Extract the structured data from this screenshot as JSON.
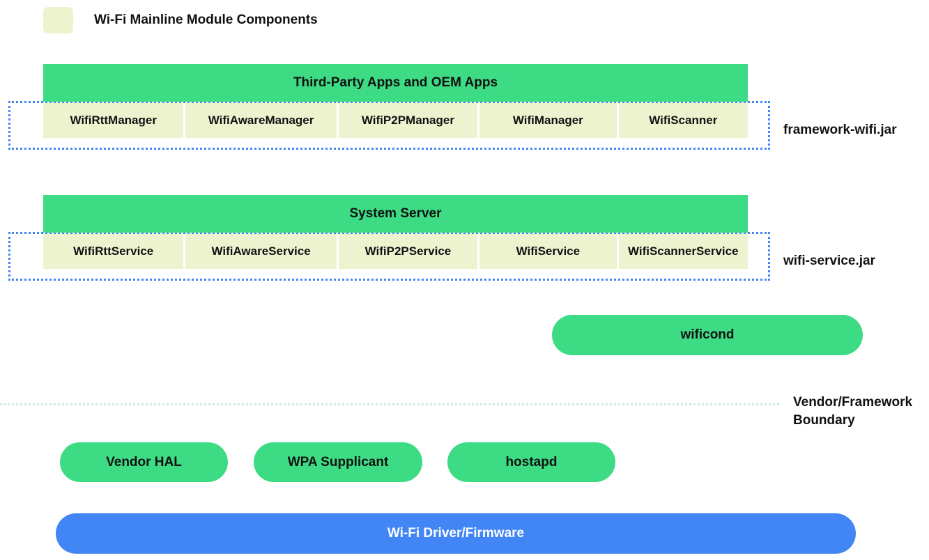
{
  "legend": {
    "swatch_color": "#eef3cf",
    "label": "Wi-Fi Mainline Module Components"
  },
  "colors": {
    "green": "#3ddc84",
    "pale_green_yellow": "#eef3cf",
    "blue": "#4285f4",
    "dotted_blue": "#4285f4",
    "boundary_green": "#c4efd4",
    "text_dark": "#111111",
    "text_light": "#ffffff"
  },
  "groups": [
    {
      "header_label": "Third-Party Apps and OEM Apps",
      "jar_label": "framework-wifi.jar",
      "components": [
        "WifiRttManager",
        "WifiAwareManager",
        "WifiP2PManager",
        "WifiManager",
        "WifiScanner"
      ]
    },
    {
      "header_label": "System Server",
      "jar_label": "wifi-service.jar",
      "components": [
        "WifiRttService",
        "WifiAwareService",
        "WifiP2PService",
        "WifiService",
        "WifiScannerService"
      ]
    }
  ],
  "wificond": {
    "label": "wificond"
  },
  "vendor_boundary": {
    "line_1": "Vendor/Framework",
    "line_2": "Boundary"
  },
  "vendor_components": [
    {
      "label": "Vendor HAL"
    },
    {
      "label": "WPA Supplicant"
    },
    {
      "label": "hostapd"
    }
  ],
  "driver": {
    "label": "Wi-Fi Driver/Firmware"
  }
}
